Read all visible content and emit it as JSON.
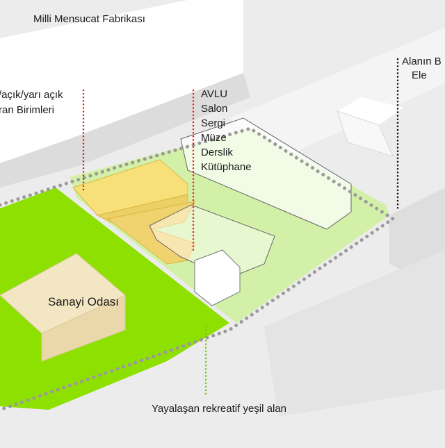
{
  "labels": {
    "top_building": "Milli Mensucat Fabrikası",
    "left_line1": "/açık/yarı açık",
    "left_line2": "ran Birimleri",
    "right_line1": "Alanın B",
    "right_line2": "Ele",
    "sanayi": "Sanayi Odası",
    "green_area": "Yayalaşan rekreatif yeşil alan"
  },
  "program_list": [
    "AVLU",
    "Salon",
    "Sergi",
    "Müze",
    "Derslik",
    "Kütüphane"
  ],
  "colors": {
    "background": "#ececec",
    "green_area": "#8ee000",
    "light_green": "#d3f0a8",
    "yellow_volume": "#f7e07a",
    "sanayi_volume": "#f3e6c2",
    "red_leader": "#e52222",
    "green_leader": "#74c81a",
    "black_leader": "#111111",
    "site_boundary": "#9a9a9a"
  }
}
